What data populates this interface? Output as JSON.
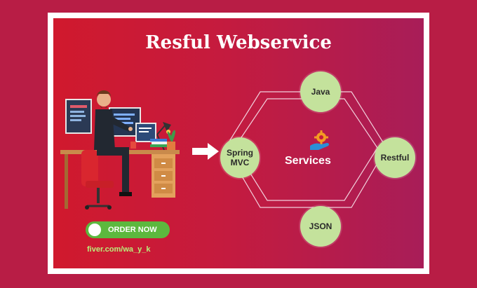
{
  "title": "Resful Webservice",
  "nodes": {
    "java": "Java",
    "spring_mvc": "Spring MVC",
    "restful": "Restful",
    "json": "JSON"
  },
  "center_label": "Services",
  "cta": {
    "order_label": "ORDER NOW",
    "url": "fiver.com/wa_y_k"
  },
  "colors": {
    "background": "#b81d45",
    "panel_left": "#d0192d",
    "panel_right": "#a81d58",
    "node_fill": "#c4e29c",
    "button": "#5cb83e",
    "url_text": "#b9f07a"
  },
  "icons": [
    "gear-hand-icon",
    "right-arrow-icon",
    "developer-illustration"
  ]
}
